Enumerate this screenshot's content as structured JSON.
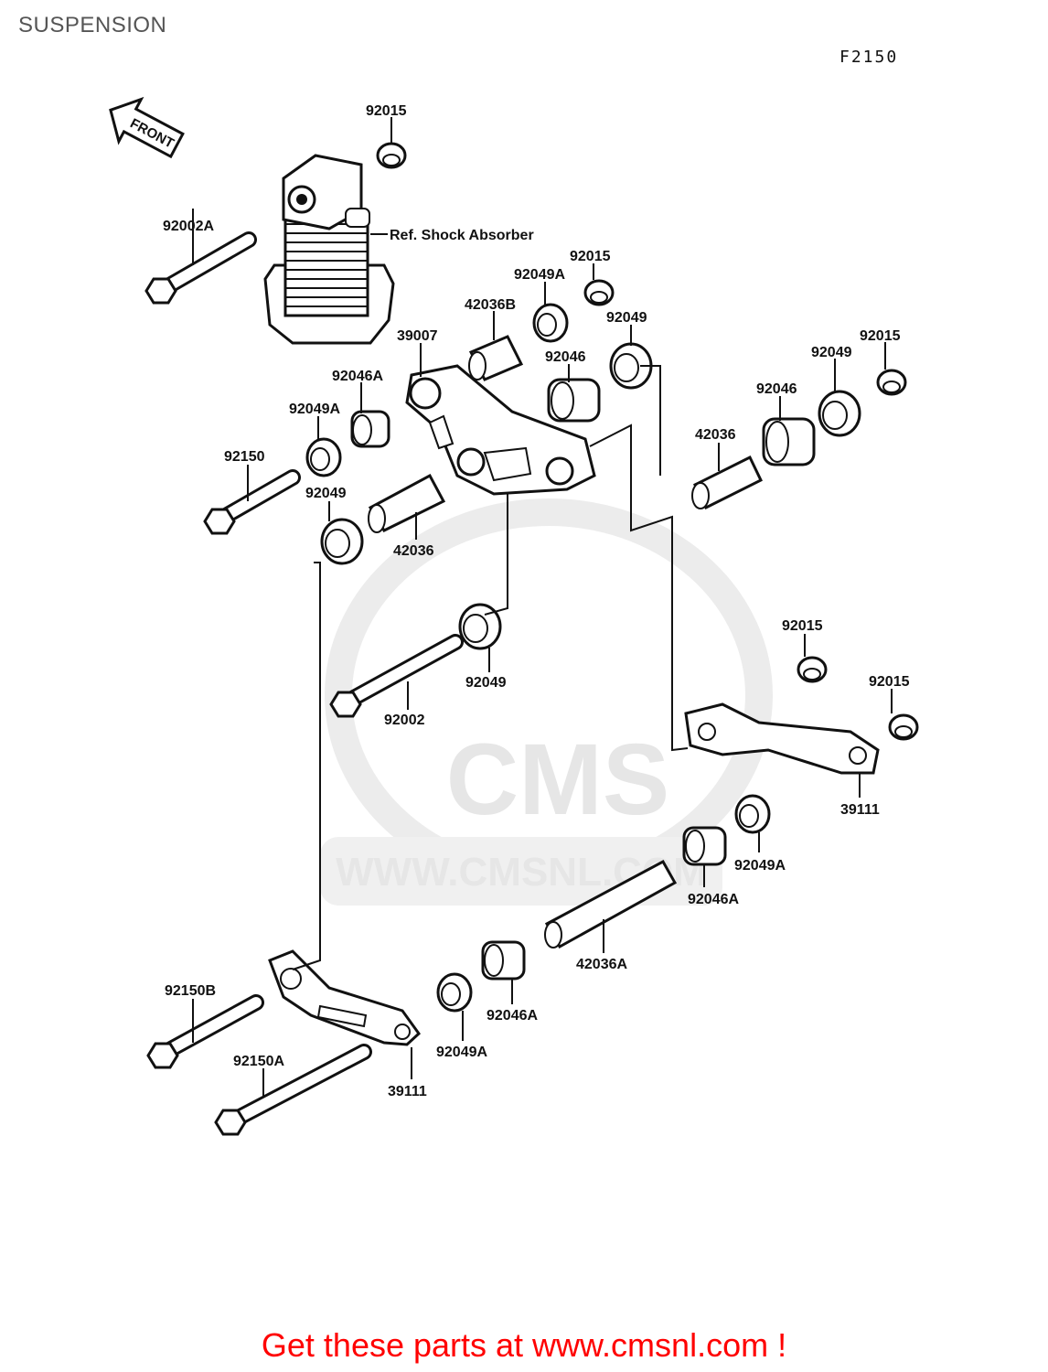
{
  "page": {
    "title": "SUSPENSION",
    "figure_code": "F2150",
    "footer_cta": "Get these parts at www.cmsnl.com !"
  },
  "watermark": {
    "brand": "CMS",
    "url": "WWW.CMSNL.COM"
  },
  "front_arrow": {
    "label": "FRONT"
  },
  "reference": {
    "label": "Ref. Shock Absorber"
  },
  "callouts": [
    "92015",
    "92002A",
    "92015",
    "92049A",
    "42036B",
    "39007",
    "92049",
    "92046",
    "92015",
    "92049",
    "92046A",
    "92046",
    "92049A",
    "92150",
    "42036",
    "92049",
    "42036",
    "92015",
    "92049",
    "92015",
    "92002",
    "39111",
    "92049A",
    "92046A",
    "42036A",
    "92150B",
    "92046A",
    "92049A",
    "92150A",
    "39111"
  ],
  "colors": {
    "ink": "#111111",
    "title": "#555555",
    "cta": "#ff0000",
    "watermark": "#e6e6e6"
  }
}
